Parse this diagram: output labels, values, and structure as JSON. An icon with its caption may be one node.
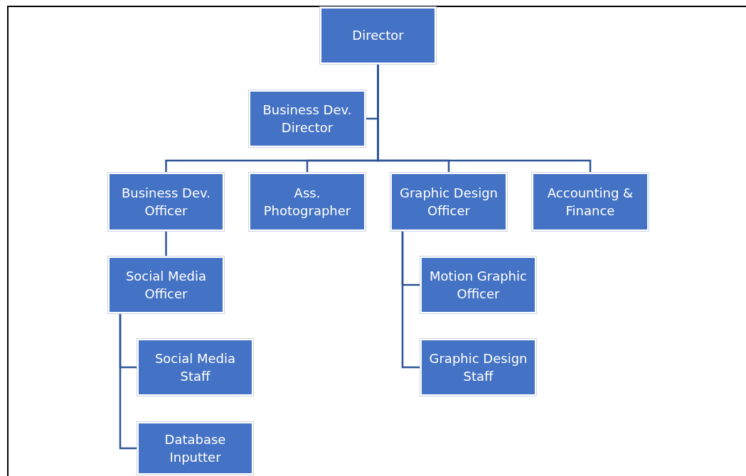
{
  "diagram": {
    "nodes": [
      {
        "text": [
          "Director"
        ]
      },
      {
        "text": [
          "Business Dev. Director"
        ]
      },
      {
        "text": [
          "Business Dev. Officer"
        ]
      },
      {
        "text": [
          "Ass. Photographer"
        ]
      },
      {
        "text": [
          "Graphic Design Officer"
        ]
      },
      {
        "text": [
          "Accounting & Finance"
        ]
      },
      {
        "text": [
          "Social Media Officer"
        ]
      },
      {
        "text": [
          "Motion Graphic Officer"
        ]
      },
      {
        "text": [
          "Social Media Staff"
        ]
      },
      {
        "text": [
          "Graphic Design Staff"
        ]
      },
      {
        "text": [
          "Database Inputter"
        ]
      }
    ],
    "edges": [
      {
        "from": 0,
        "to": 1,
        "arrow": "none"
      },
      {
        "from": 0,
        "to": 2,
        "arrow": "none"
      },
      {
        "from": 0,
        "to": 3,
        "arrow": "none"
      },
      {
        "from": 0,
        "to": 4,
        "arrow": "none"
      },
      {
        "from": 0,
        "to": 5,
        "arrow": "none"
      },
      {
        "from": 2,
        "to": 6,
        "arrow": "none"
      },
      {
        "from": 4,
        "to": 7,
        "arrow": "none"
      },
      {
        "from": 4,
        "to": 9,
        "arrow": "none"
      },
      {
        "from": 6,
        "to": 8,
        "arrow": "none"
      },
      {
        "from": 6,
        "to": 10,
        "arrow": "none"
      }
    ]
  }
}
